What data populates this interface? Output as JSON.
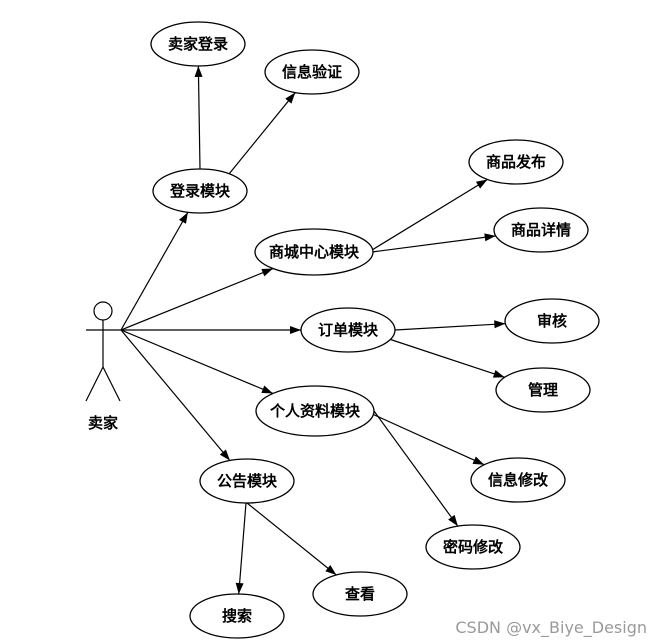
{
  "actor": {
    "label": "卖家"
  },
  "nodes": [
    {
      "id": "login",
      "label": "登录模块"
    },
    {
      "id": "seller_login",
      "label": "卖家登录"
    },
    {
      "id": "info_verify",
      "label": "信息验证"
    },
    {
      "id": "mall_center",
      "label": "商城中心模块"
    },
    {
      "id": "goods_publish",
      "label": "商品发布"
    },
    {
      "id": "goods_detail",
      "label": "商品详情"
    },
    {
      "id": "order",
      "label": "订单模块"
    },
    {
      "id": "audit",
      "label": "审核"
    },
    {
      "id": "manage",
      "label": "管理"
    },
    {
      "id": "profile",
      "label": "个人资料模块"
    },
    {
      "id": "info_edit",
      "label": "信息修改"
    },
    {
      "id": "pwd_edit",
      "label": "密码修改"
    },
    {
      "id": "notice",
      "label": "公告模块"
    },
    {
      "id": "search",
      "label": "搜索"
    },
    {
      "id": "view",
      "label": "查看"
    }
  ],
  "edges": [
    {
      "from": "actor",
      "to": "login"
    },
    {
      "from": "actor",
      "to": "mall_center"
    },
    {
      "from": "actor",
      "to": "order"
    },
    {
      "from": "actor",
      "to": "profile"
    },
    {
      "from": "actor",
      "to": "notice"
    },
    {
      "from": "login",
      "to": "seller_login"
    },
    {
      "from": "login",
      "to": "info_verify"
    },
    {
      "from": "mall_center",
      "to": "goods_publish"
    },
    {
      "from": "mall_center",
      "to": "goods_detail"
    },
    {
      "from": "order",
      "to": "audit"
    },
    {
      "from": "order",
      "to": "manage"
    },
    {
      "from": "profile",
      "to": "info_edit"
    },
    {
      "from": "profile",
      "to": "pwd_edit"
    },
    {
      "from": "notice",
      "to": "search"
    },
    {
      "from": "notice",
      "to": "view"
    }
  ],
  "watermark": "CSDN @vx_Biye_Design"
}
